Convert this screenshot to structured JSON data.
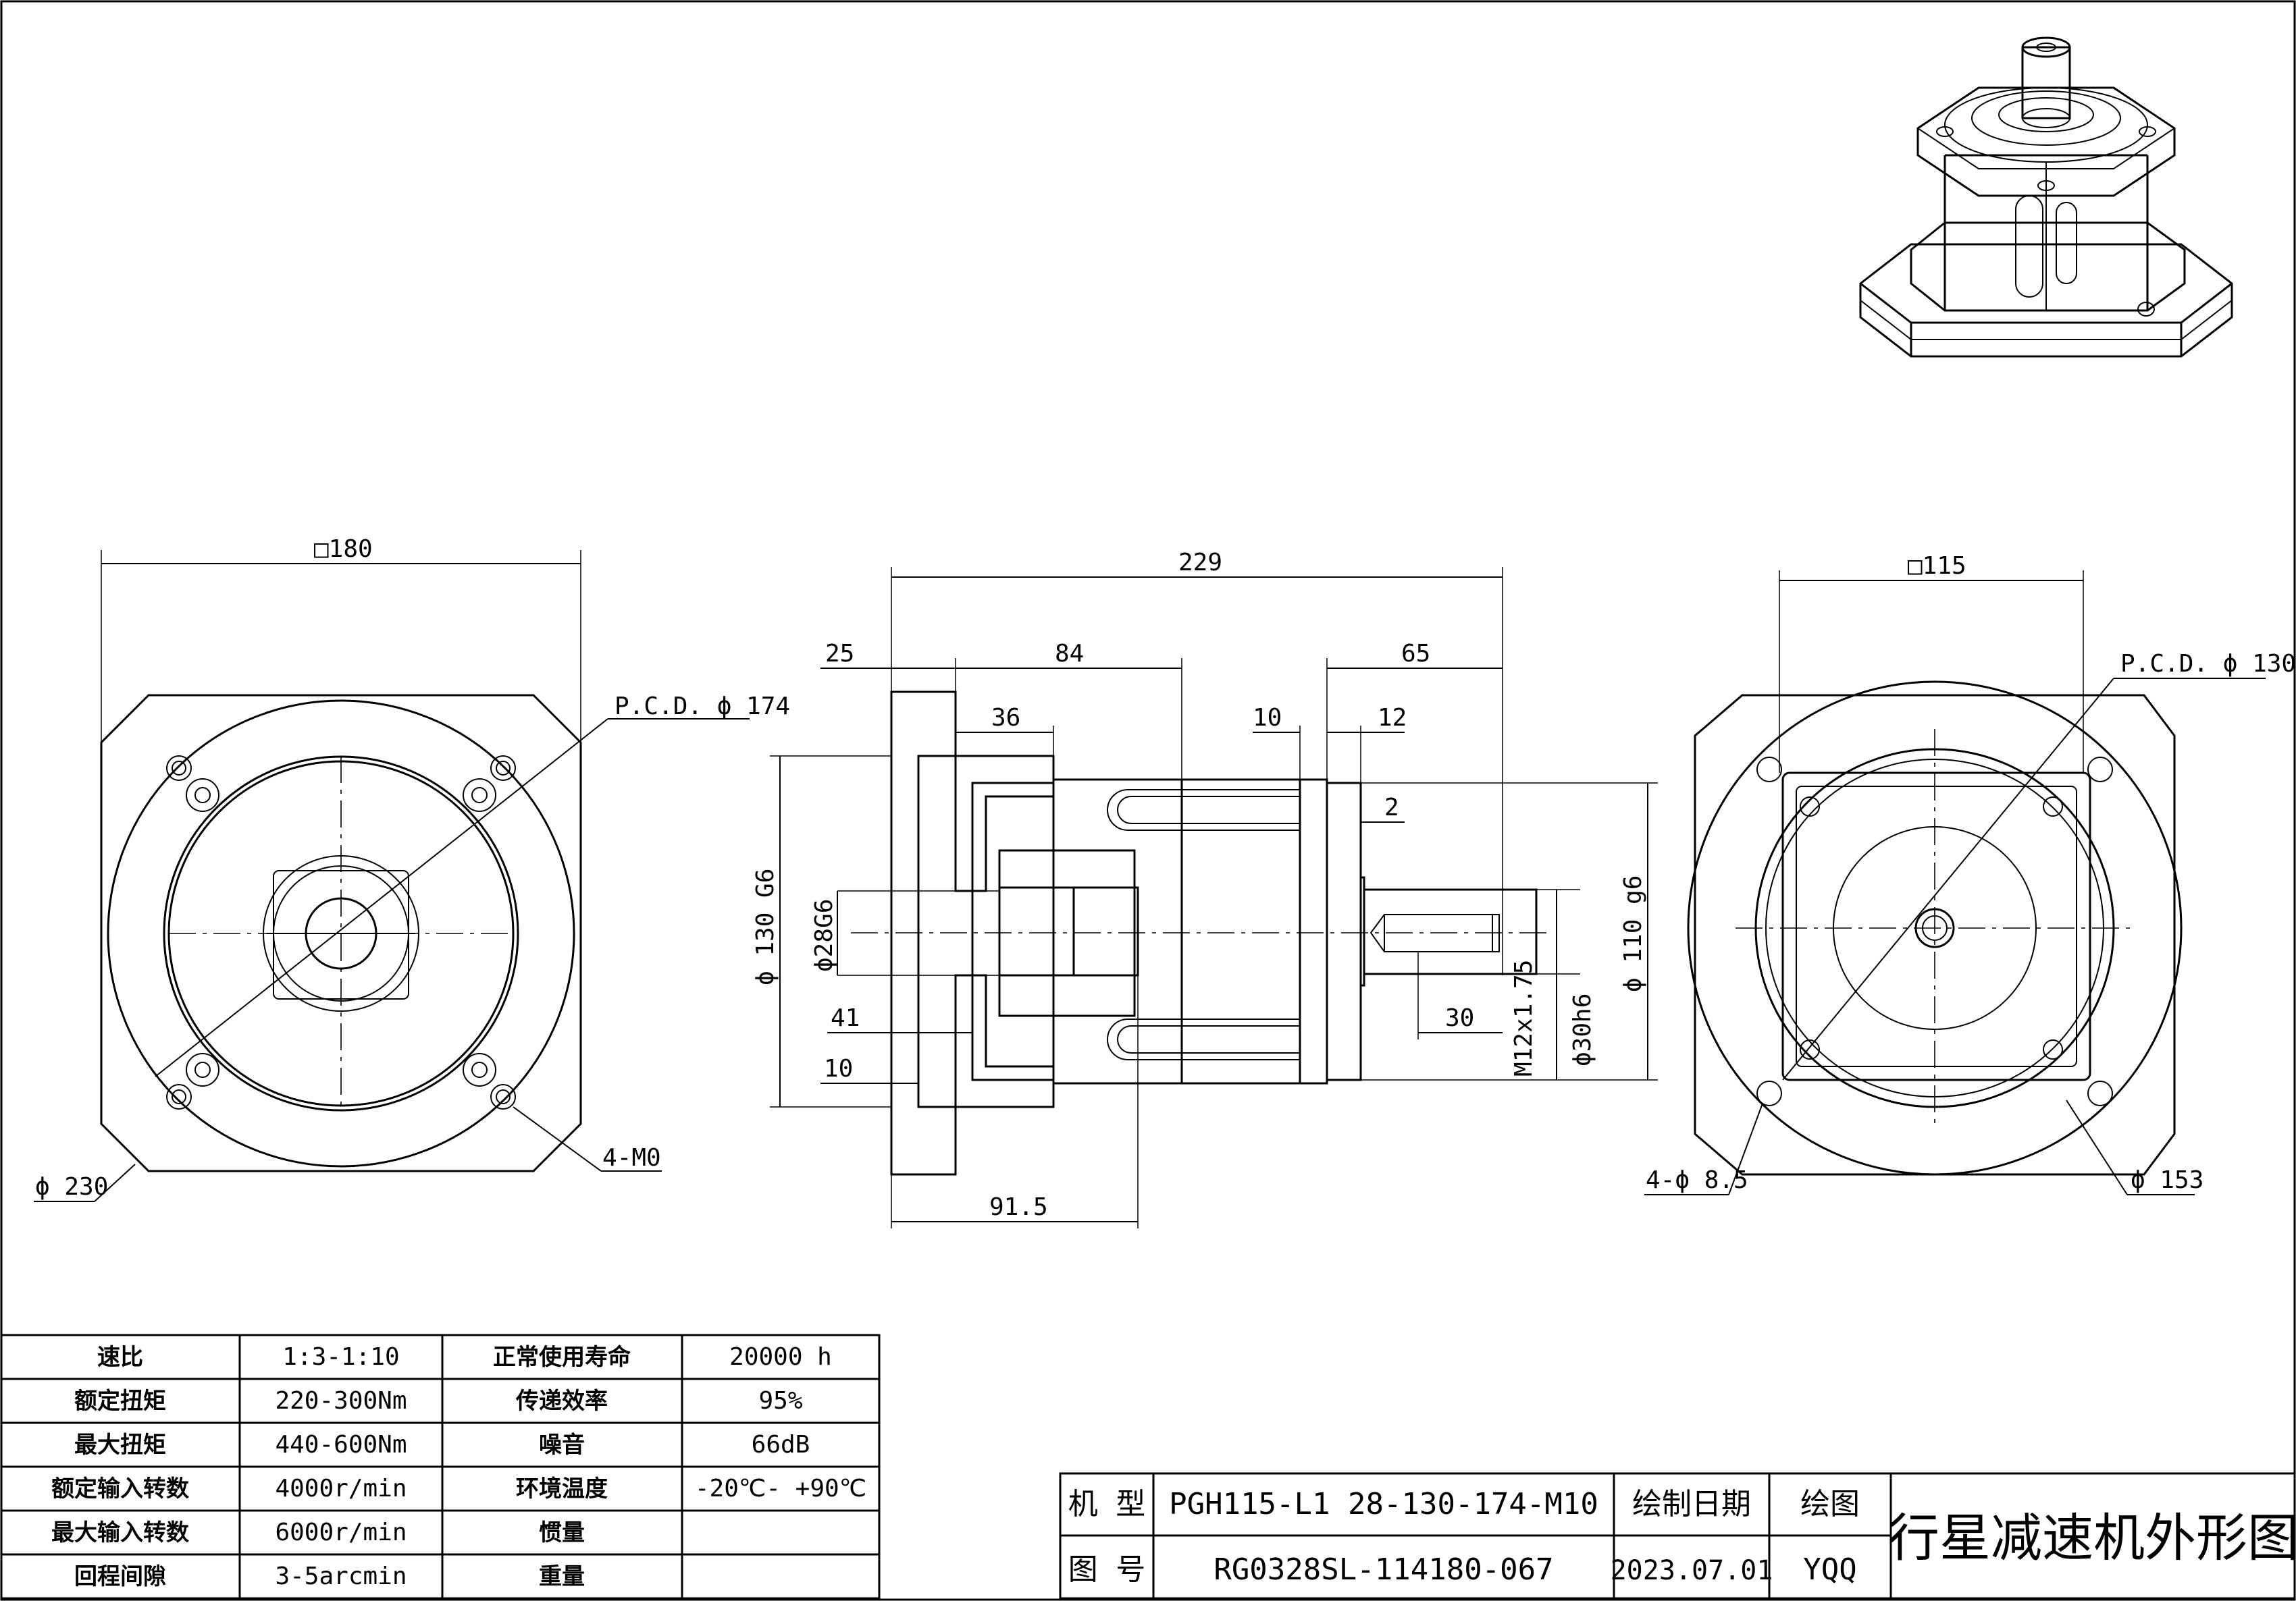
{
  "left_view": {
    "square_label": "□180",
    "pcd_label": "P.C.D. ϕ 174",
    "outer_dia_label": "ϕ 230",
    "holes_label": "4-M0"
  },
  "section_view": {
    "overall_length": "229",
    "flange_thickness": "25",
    "body_length": "84",
    "inner_length": "36",
    "output_length": "65",
    "dim_10_top": "10",
    "dim_12": "12",
    "dim_2": "2",
    "input_bore_dia": "ϕ 130 G6",
    "input_shaft_dia": "ϕ28G6",
    "dim_41": "41",
    "dim_10_bottom": "10",
    "dim_91_5": "91.5",
    "shaft_len_30": "30",
    "thread": "M12x1.75",
    "shaft_dia": "ϕ30h6",
    "pilot_dia": "ϕ 110  g6"
  },
  "right_view": {
    "square_label": "□115",
    "pcd_label": "P.C.D.  ϕ 130",
    "holes_label": "4-ϕ 8.5",
    "circle_label": "ϕ 153"
  },
  "spec_table": {
    "rows": [
      {
        "label1": "速比",
        "value1": "1:3-1:10",
        "label2": "正常使用寿命",
        "value2": "20000  h"
      },
      {
        "label1": "额定扭矩",
        "value1": "220-300Nm",
        "label2": "传递效率",
        "value2": "95%"
      },
      {
        "label1": "最大扭矩",
        "value1": "440-600Nm",
        "label2": "噪音",
        "value2": "66dB"
      },
      {
        "label1": "额定输入转数",
        "value1": "4000r/min",
        "label2": "环境温度",
        "value2": "-20℃-  +90℃"
      },
      {
        "label1": "最大输入转数",
        "value1": "6000r/min",
        "label2": "惯量",
        "value2": ""
      },
      {
        "label1": "回程间隙",
        "value1": "3-5arcmin",
        "label2": "重量",
        "value2": ""
      }
    ]
  },
  "title_block": {
    "model_label": "机 型",
    "model_value": "PGH115-L1  28-130-174-M10",
    "drawing_no_label": "图 号",
    "drawing_no_value": "RG0328SL-114180-067",
    "date_label": "绘制日期",
    "date_value": "2023.07.01",
    "drafter_label": "绘图",
    "drafter_value": "YQQ",
    "title": "行星减速机外形图"
  }
}
